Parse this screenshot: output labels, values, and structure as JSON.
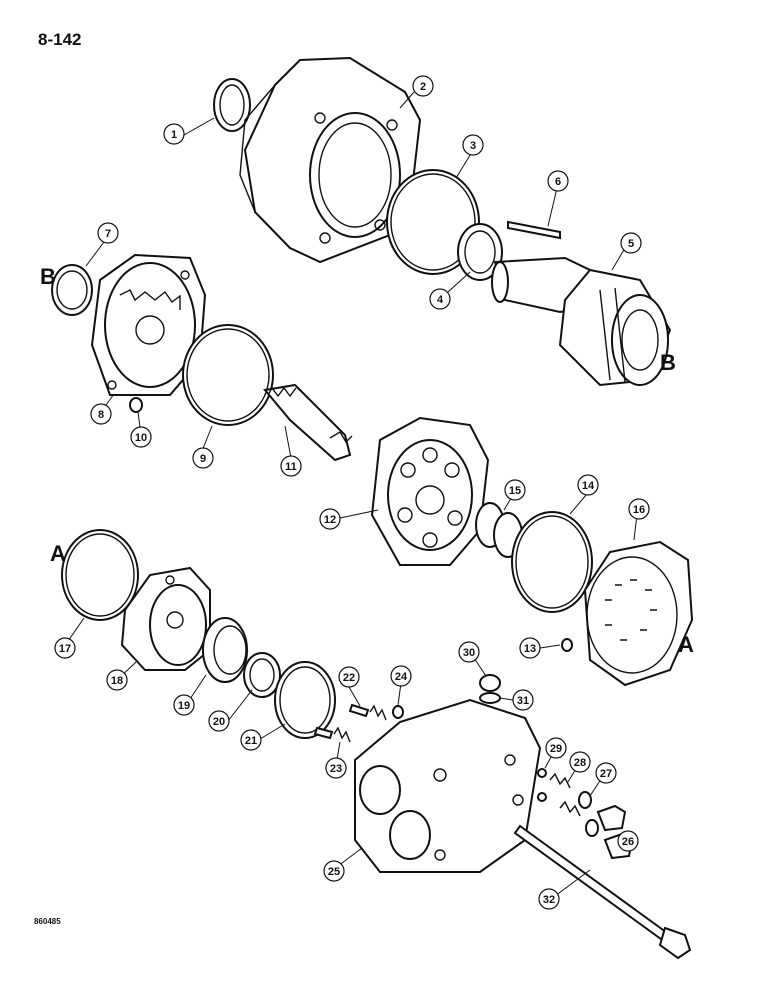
{
  "page_number": "8-142",
  "document_code": "860485",
  "callouts": [
    "1",
    "2",
    "3",
    "4",
    "5",
    "6",
    "7",
    "8",
    "9",
    "10",
    "11",
    "12",
    "13",
    "14",
    "15",
    "16",
    "17",
    "18",
    "19",
    "20",
    "21",
    "22",
    "23",
    "24",
    "25",
    "26",
    "27",
    "28",
    "29",
    "30",
    "31",
    "32"
  ],
  "reference_letters": {
    "b_left": "B",
    "b_right": "B",
    "a_left": "A",
    "a_right": "A"
  }
}
